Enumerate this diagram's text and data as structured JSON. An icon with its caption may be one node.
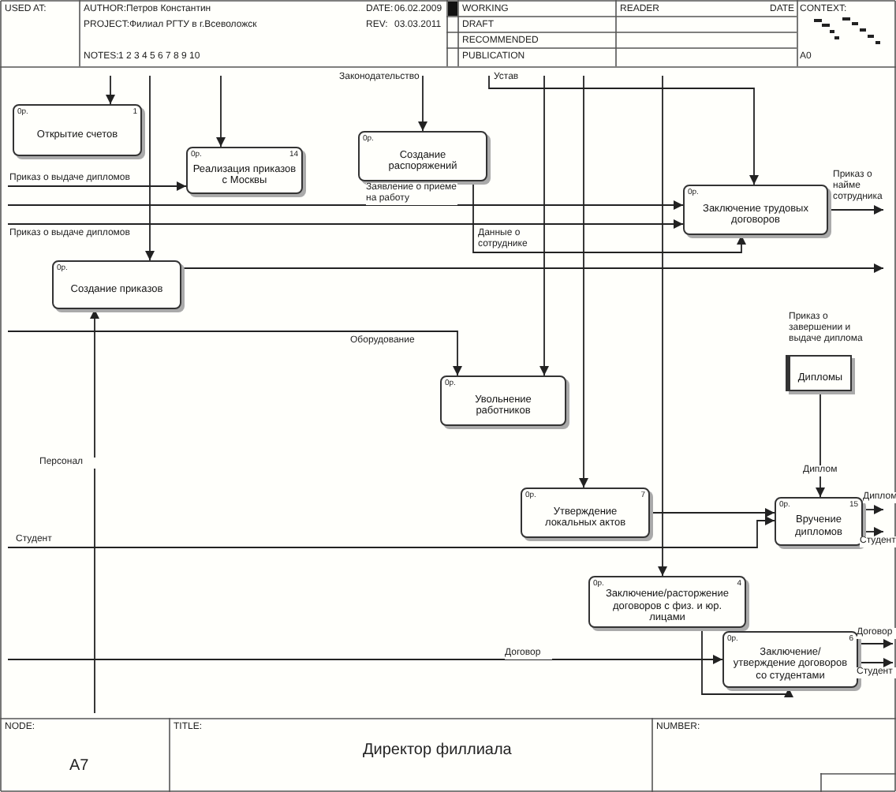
{
  "diagram": {
    "title": "Директор филлиала",
    "nodes": [
      {
        "text": [
          "0р.",
          "1",
          "Открытие счетов"
        ]
      },
      {
        "text": [
          "0р.",
          "14",
          "Реализация приказов с Москвы"
        ]
      },
      {
        "text": [
          "0р.",
          "Создание распоряжений"
        ]
      },
      {
        "text": [
          "0р.",
          "Заключение трудовых договоров"
        ]
      },
      {
        "text": [
          "0р.",
          "Создание приказов"
        ]
      },
      {
        "text": [
          "Дипломы"
        ],
        "beside": [
          "Приказ о завершении и выдаче диплома"
        ]
      },
      {
        "text": [
          "0р.",
          "Увольнение работников"
        ]
      },
      {
        "text": [
          "0р.",
          "7",
          "Утверждение локальных актов"
        ]
      },
      {
        "text": [
          "0р.",
          "15",
          "Вручение дипломов"
        ]
      },
      {
        "text": [
          "0р.",
          "4",
          "Заключение/расторжение договоров с физ. и юр. лицами"
        ]
      },
      {
        "text": [
          "0р.",
          "6",
          "Заключение/утверждение договоров со студентами"
        ]
      }
    ],
    "edges": [
      {
        "from": null,
        "to": 2,
        "arrow": "to",
        "label": "Законодательство"
      },
      {
        "from": null,
        "to": 3,
        "arrow": "to",
        "label": "Устав"
      },
      {
        "from": null,
        "to": 0,
        "arrow": "to"
      },
      {
        "from": null,
        "to": 1,
        "arrow": "to"
      },
      {
        "from": null,
        "to": 4,
        "arrow": "to"
      },
      {
        "from": null,
        "to": 6,
        "arrow": "to"
      },
      {
        "from": null,
        "to": 7,
        "arrow": "to"
      },
      {
        "from": null,
        "to": 9,
        "arrow": "to"
      },
      {
        "from": null,
        "to": 1,
        "arrow": "to",
        "label": "Приказ о выдаче дипломов"
      },
      {
        "from": null,
        "to": 3,
        "arrow": "to",
        "label": "Заявление о приеме на работу"
      },
      {
        "from": null,
        "to": 3,
        "arrow": "to",
        "label": "Приказ о выдаче дипломов"
      },
      {
        "from": 2,
        "to": 3,
        "arrow": "to",
        "label": "Данные о сотруднике"
      },
      {
        "from": 3,
        "to": null,
        "arrow": "to",
        "label": "Приказ о найме сотрудника"
      },
      {
        "from": 4,
        "to": null,
        "arrow": "to"
      },
      {
        "from": null,
        "to": 6,
        "arrow": "to",
        "label": "Оборудование"
      },
      {
        "from": null,
        "to": 4,
        "arrow": "to",
        "label": "Персонал"
      },
      {
        "from": 5,
        "to": 8,
        "arrow": "to",
        "label": "Диплом"
      },
      {
        "from": null,
        "to": 8,
        "arrow": "to",
        "label": "Студент"
      },
      {
        "from": null,
        "to": 10,
        "arrow": "to",
        "label": "Договор"
      },
      {
        "from": 8,
        "to": null,
        "arrow": "to",
        "label": "Диплом"
      },
      {
        "from": 8,
        "to": null,
        "arrow": "to",
        "label": "Студент"
      },
      {
        "from": 10,
        "to": null,
        "arrow": "to",
        "label": "Договор"
      },
      {
        "from": 10,
        "to": null,
        "arrow": "to",
        "label": "Студент"
      },
      {
        "from": 7,
        "to": 8,
        "arrow": "to"
      },
      {
        "from": 9,
        "to": 10,
        "arrow": "to"
      }
    ],
    "labels": [
      "USED AT:",
      "AUTHOR:",
      "Петров Константин",
      "PROJECT:",
      "Филиал РГТУ в г.Всеволожск",
      "NOTES:",
      "1 2 3 4 5 6 7 8 9 10",
      "DATE:",
      "06.02.2009",
      "REV:",
      "03.03.2011",
      "WORKING",
      "DRAFT",
      "RECOMMENDED",
      "PUBLICATION",
      "READER",
      "DATE",
      "CONTEXT:",
      "A0",
      "NODE:",
      "A7",
      "TITLE:",
      "NUMBER:"
    ]
  }
}
